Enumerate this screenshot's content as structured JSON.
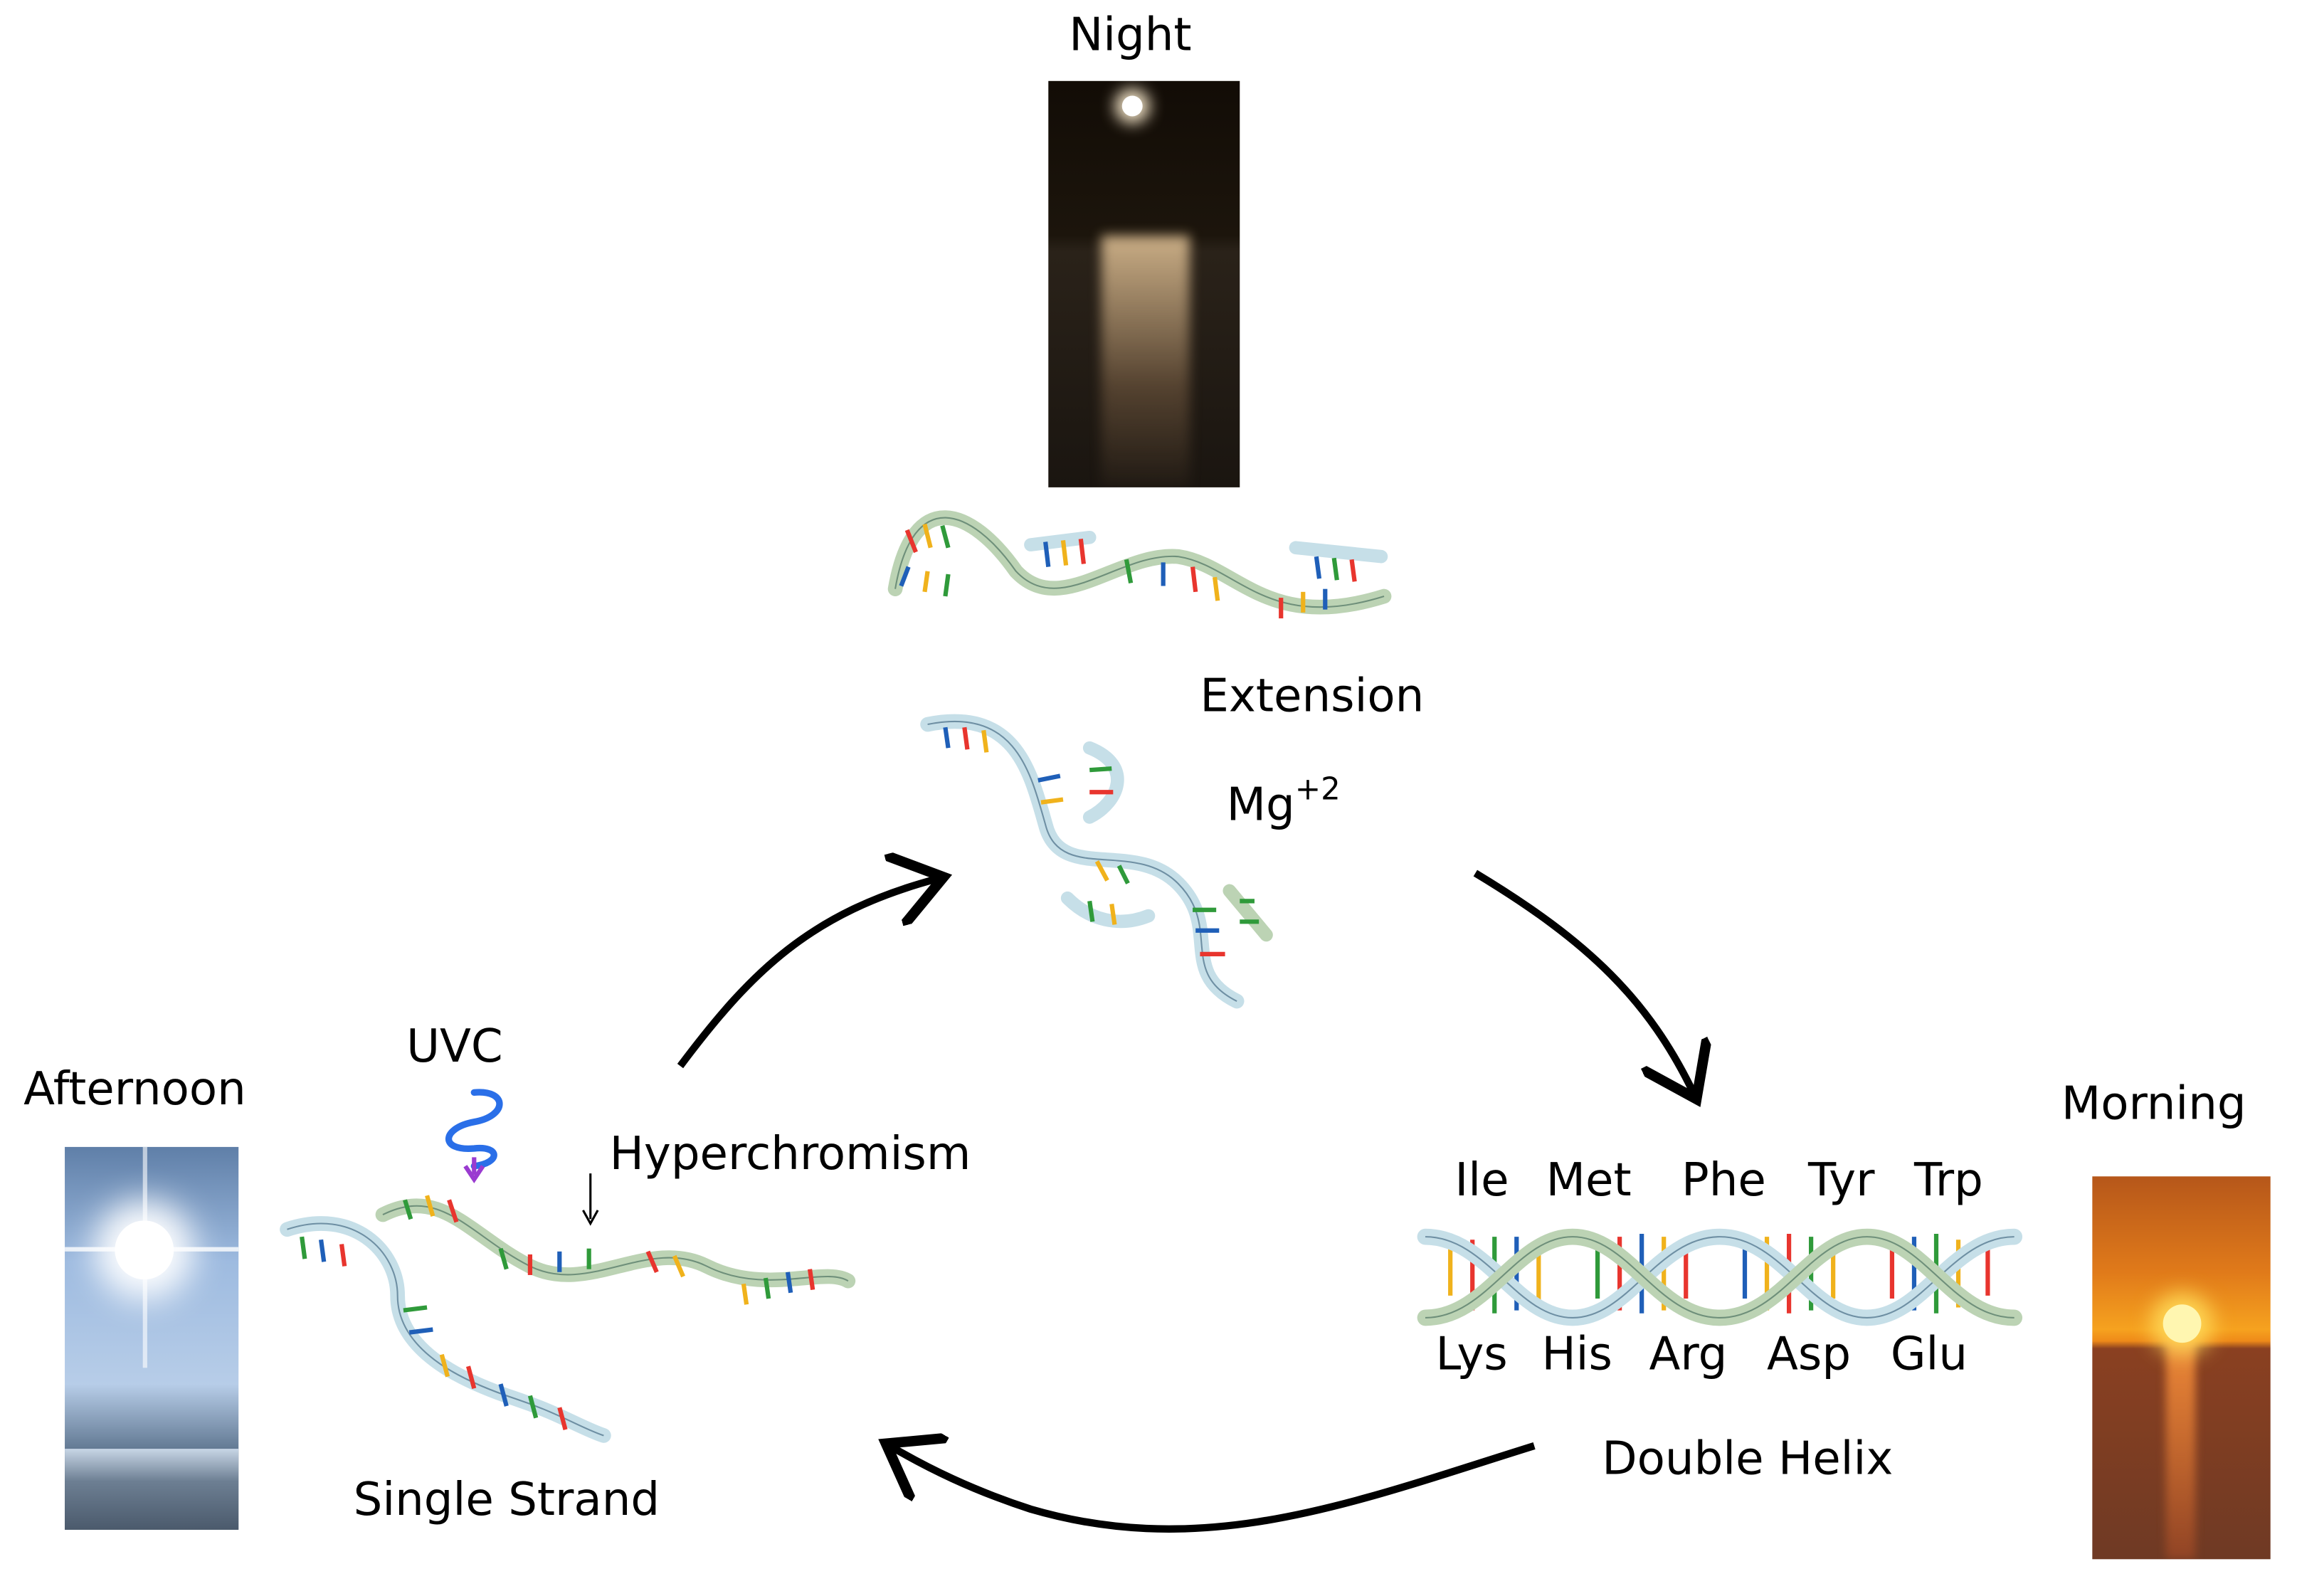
{
  "labels": {
    "night": "Night",
    "extension": "Extension",
    "mg": "Mg",
    "mg_charge": "+2",
    "afternoon": "Afternoon",
    "uvc": "UVC",
    "hyperchromism": "Hyperchromism",
    "single_strand": "Single Strand",
    "morning": "Morning",
    "double_helix": "Double Helix"
  },
  "amino_acids_top": [
    "Ile",
    "Met",
    "Phe",
    "Tyr",
    "Trp"
  ],
  "amino_acids_bottom": [
    "Lys",
    "His",
    "Arg",
    "Asp",
    "Glu"
  ],
  "colors": {
    "backbone_light": "#c6dfe8",
    "backbone_green": "#bcd3b4",
    "base_red": "#e8352e",
    "base_green": "#2f9a3a",
    "base_blue": "#1f5fb8",
    "base_yellow": "#f0b21c",
    "uv_wave": "#2a6fe8",
    "uv_arrow": "#9a3bd0"
  }
}
